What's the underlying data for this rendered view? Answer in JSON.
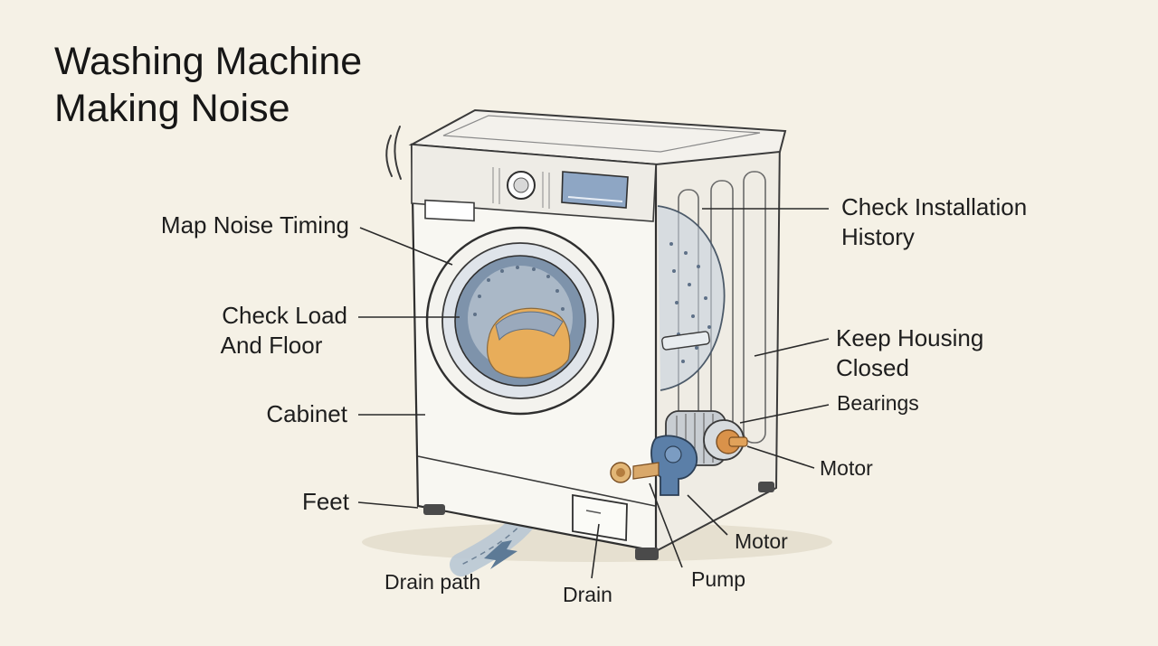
{
  "title": {
    "line1": "Washing Machine",
    "line2": "Making Noise"
  },
  "labels": {
    "map_noise_timing": "Map Noise Timing",
    "check_load_line1": "Check Load",
    "check_load_line2": "And Floor",
    "cabinet": "Cabinet",
    "feet": "Feet",
    "drain_path": "Drain path",
    "drain": "Drain",
    "pump": "Pump",
    "motor_lower": "Motor",
    "motor_right": "Motor",
    "bearings": "Bearings",
    "keep_housing_line1": "Keep Housing",
    "keep_housing_line2": "Closed",
    "check_install_line1": "Check Installation",
    "check_install_line2": "History"
  },
  "colors": {
    "background": "#f5f1e6",
    "outline": "#3a3a3a",
    "drum": "#8fa3b8",
    "laundry": "#e9b25f",
    "pump_blue": "#5b7fa8",
    "copper": "#d9924a",
    "drain_hose": "#a9bccb"
  }
}
